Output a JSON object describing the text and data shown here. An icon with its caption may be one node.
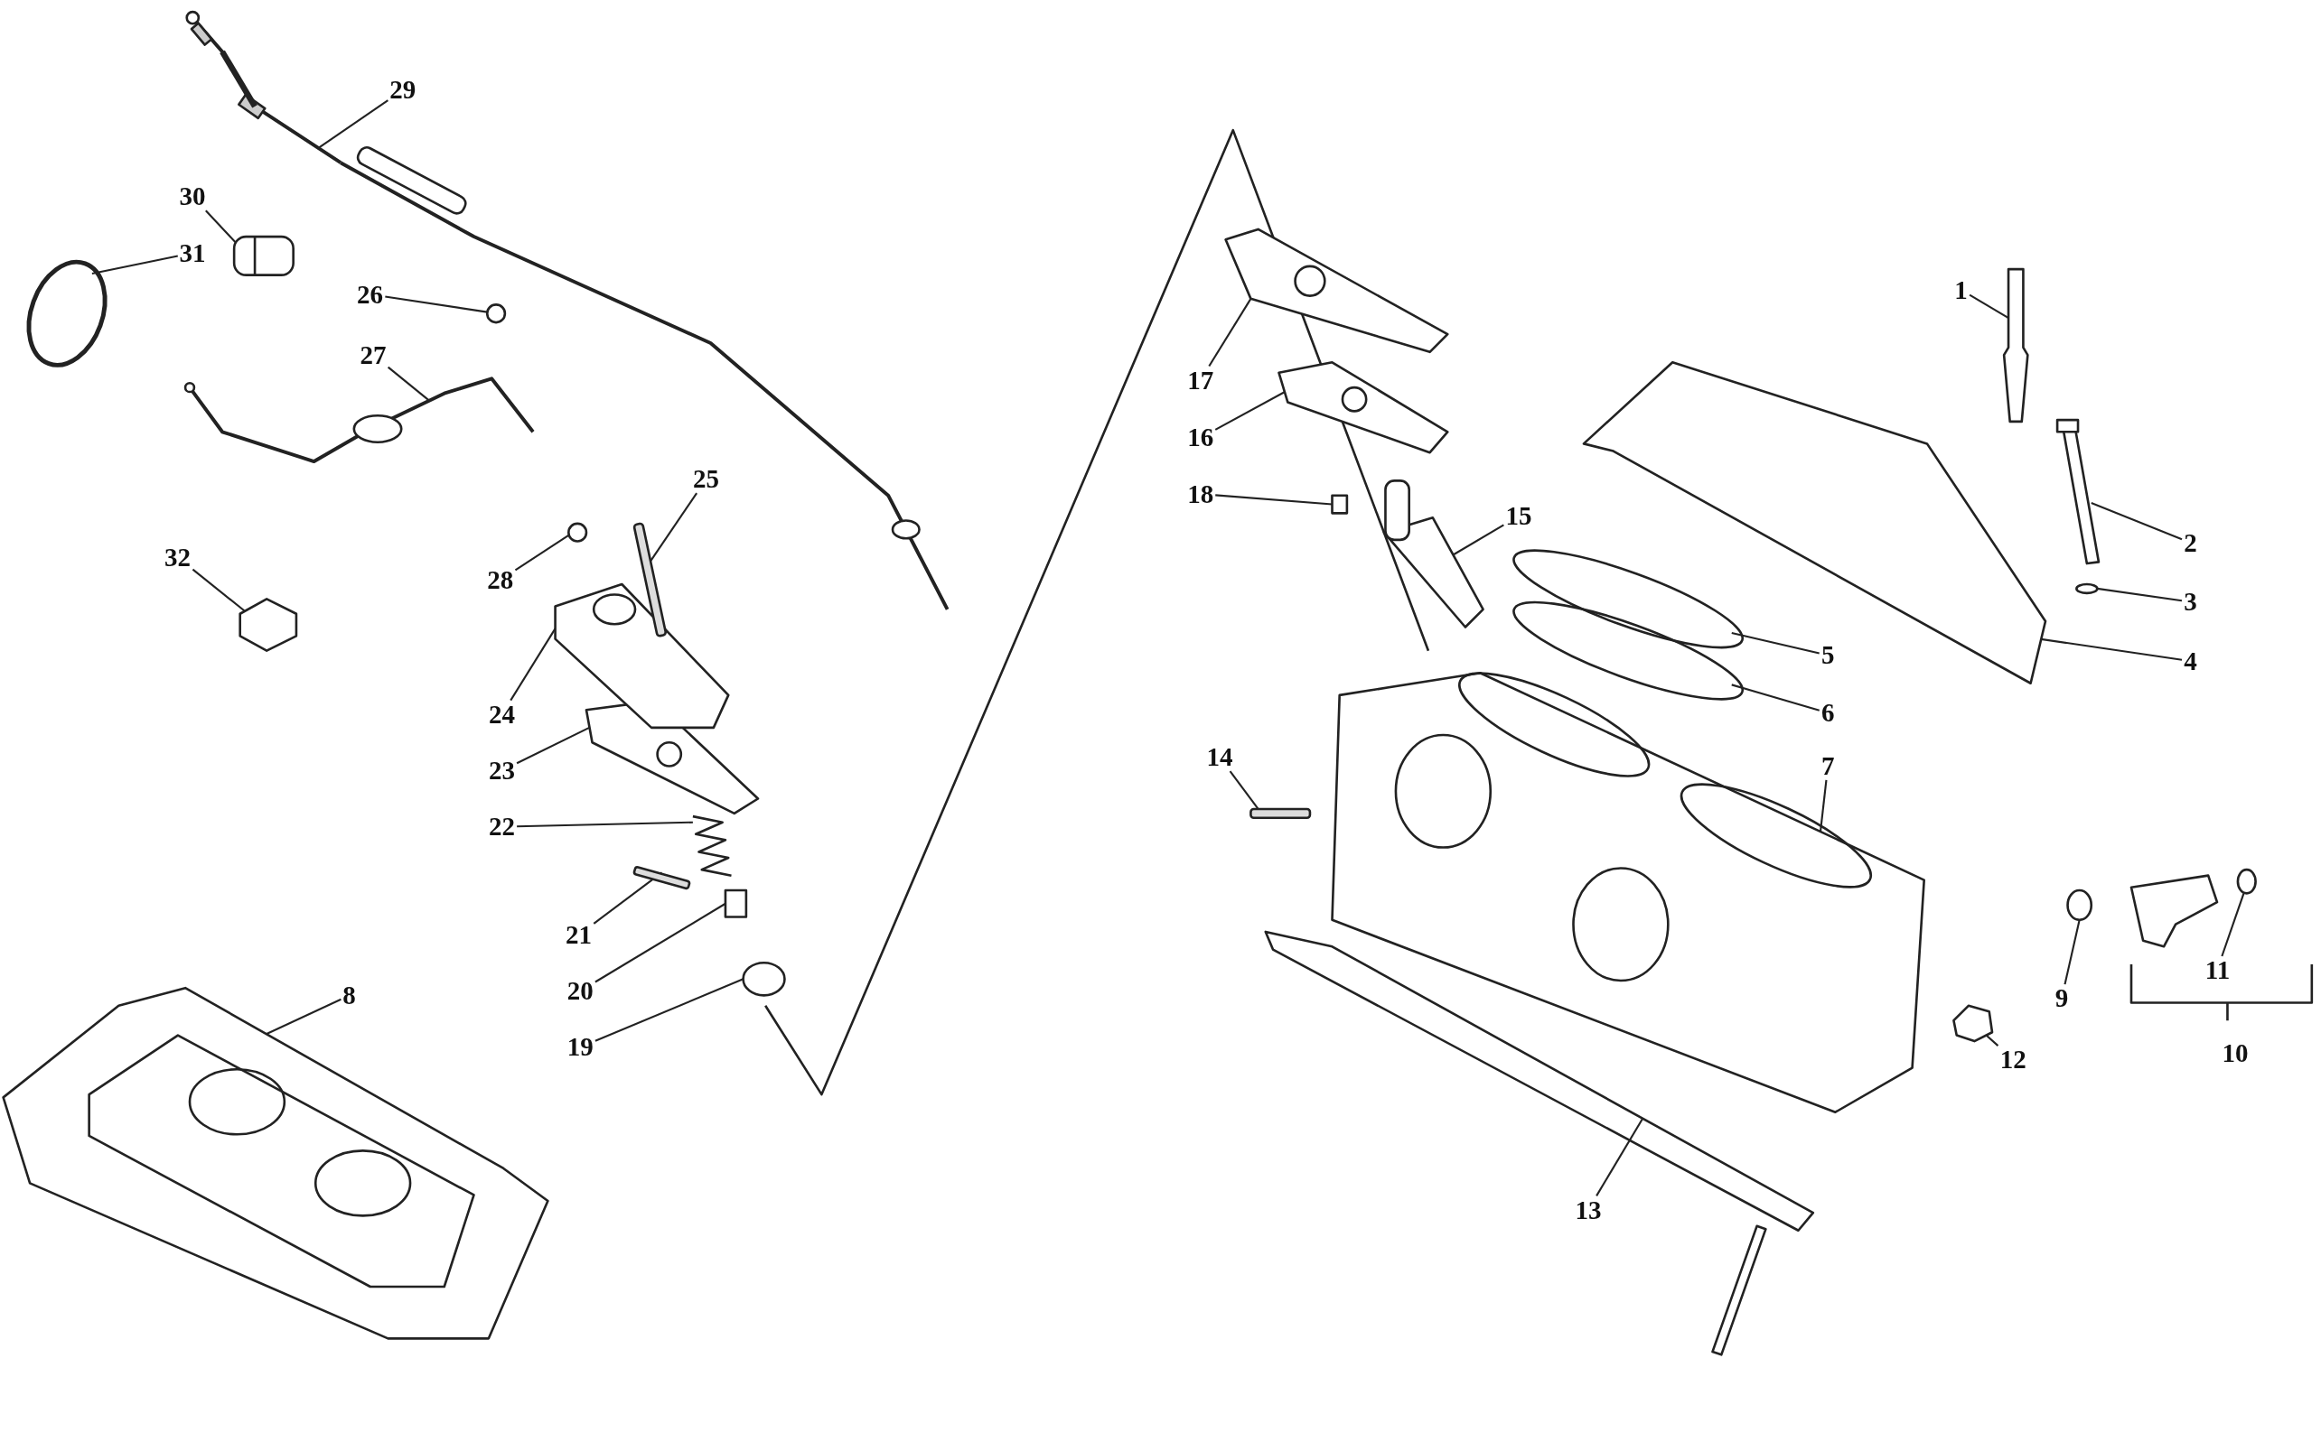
{
  "diagram": {
    "nodes": [
      {
        "text": [
          "1"
        ]
      },
      {
        "text": [
          "2"
        ]
      },
      {
        "text": [
          "3"
        ]
      },
      {
        "text": [
          "4"
        ]
      },
      {
        "text": [
          "5"
        ]
      },
      {
        "text": [
          "6"
        ]
      },
      {
        "text": [
          "7"
        ]
      },
      {
        "text": [
          "8"
        ]
      },
      {
        "text": [
          "9"
        ]
      },
      {
        "text": [
          "11"
        ]
      },
      {
        "text": [
          "12"
        ]
      },
      {
        "text": [
          "13"
        ]
      },
      {
        "text": [
          "14"
        ]
      },
      {
        "text": [
          "15"
        ]
      },
      {
        "text": [
          "16"
        ]
      },
      {
        "text": [
          "17"
        ]
      },
      {
        "text": [
          "18"
        ]
      },
      {
        "text": [
          "19"
        ]
      },
      {
        "text": [
          "20"
        ]
      },
      {
        "text": [
          "21"
        ]
      },
      {
        "text": [
          "22"
        ]
      },
      {
        "text": [
          "23"
        ]
      },
      {
        "text": [
          "24"
        ]
      },
      {
        "text": [
          "25"
        ]
      },
      {
        "text": [
          "26"
        ]
      },
      {
        "text": [
          "27"
        ]
      },
      {
        "text": [
          "28"
        ]
      },
      {
        "text": [
          "29"
        ]
      },
      {
        "text": [
          "30"
        ]
      },
      {
        "text": [
          "31"
        ]
      },
      {
        "text": [
          "32"
        ]
      },
      {
        "text": [],
        "shape": "picture"
      },
      {
        "text": [],
        "shape": "picture"
      },
      {
        "text": [],
        "shape": "circle"
      },
      {
        "text": [],
        "shape": "picture"
      },
      {
        "text": [],
        "shape": "circle"
      },
      {
        "text": [],
        "shape": "circle"
      },
      {
        "text": [],
        "shape": "picture"
      },
      {
        "text": [],
        "shape": "picture"
      },
      {
        "text": [],
        "shape": "circle"
      },
      {
        "text": [],
        "shape": "circle"
      },
      {
        "text": [],
        "shape": "picture"
      },
      {
        "text": [],
        "shape": "picture"
      },
      {
        "text": [],
        "shape": "bar"
      },
      {
        "text": [],
        "shape": "picture"
      },
      {
        "text": [],
        "shape": "picture"
      },
      {
        "text": [],
        "shape": "picture"
      },
      {
        "text": [],
        "shape": "box"
      },
      {
        "text": [],
        "shape": "circle"
      },
      {
        "text": [],
        "shape": "box"
      },
      {
        "text": [],
        "shape": "bar"
      },
      {
        "text": [],
        "shape": "picture"
      },
      {
        "text": [],
        "shape": "picture"
      },
      {
        "text": [],
        "shape": "picture"
      },
      {
        "text": [],
        "shape": "bar"
      },
      {
        "text": [],
        "shape": "circle"
      },
      {
        "text": [],
        "shape": "picture"
      },
      {
        "text": [],
        "shape": "circle"
      },
      {
        "text": [],
        "shape": "picture"
      },
      {
        "text": [],
        "shape": "picture"
      },
      {
        "text": [],
        "shape": "circle"
      },
      {
        "text": [],
        "shape": "picture"
      }
    ],
    "edges": [
      {
        "from": 0,
        "to": 31,
        "arrow": "none"
      },
      {
        "from": 1,
        "to": 32,
        "arrow": "none"
      },
      {
        "from": 2,
        "to": 33,
        "arrow": "none"
      },
      {
        "from": 3,
        "to": 34,
        "arrow": "none"
      },
      {
        "from": 4,
        "to": 35,
        "arrow": "none"
      },
      {
        "from": 5,
        "to": 36,
        "arrow": "none"
      },
      {
        "from": 6,
        "to": 37,
        "arrow": "none"
      },
      {
        "from": 7,
        "to": 38,
        "arrow": "none"
      },
      {
        "from": 8,
        "to": 39,
        "arrow": "none"
      },
      {
        "from": 9,
        "to": 40,
        "arrow": "none"
      },
      {
        "from": 10,
        "to": 41,
        "arrow": "none"
      },
      {
        "from": 11,
        "to": 42,
        "arrow": "none"
      },
      {
        "from": 12,
        "to": 43,
        "arrow": "none"
      },
      {
        "from": 13,
        "to": 44,
        "arrow": "none"
      },
      {
        "from": 14,
        "to": 45,
        "arrow": "none"
      },
      {
        "from": 15,
        "to": 46,
        "arrow": "none"
      },
      {
        "from": 16,
        "to": 47,
        "arrow": "none"
      },
      {
        "from": 17,
        "to": 48,
        "arrow": "none"
      },
      {
        "from": 18,
        "to": 49,
        "arrow": "none"
      },
      {
        "from": 19,
        "to": 50,
        "arrow": "none"
      },
      {
        "from": 20,
        "to": 51,
        "arrow": "none"
      },
      {
        "from": 21,
        "to": 52,
        "arrow": "none"
      },
      {
        "from": 22,
        "to": 53,
        "arrow": "none"
      },
      {
        "from": 23,
        "to": 54,
        "arrow": "none"
      },
      {
        "from": 24,
        "to": 55,
        "arrow": "none"
      },
      {
        "from": 25,
        "to": 56,
        "arrow": "none"
      },
      {
        "from": 26,
        "to": 57,
        "arrow": "none"
      },
      {
        "from": 27,
        "to": 58,
        "arrow": "none"
      },
      {
        "from": 28,
        "to": 59,
        "arrow": "none"
      },
      {
        "from": 29,
        "to": 60,
        "arrow": "none"
      },
      {
        "from": 30,
        "to": 61,
        "arrow": "none"
      }
    ],
    "labels": [
      "10"
    ]
  }
}
